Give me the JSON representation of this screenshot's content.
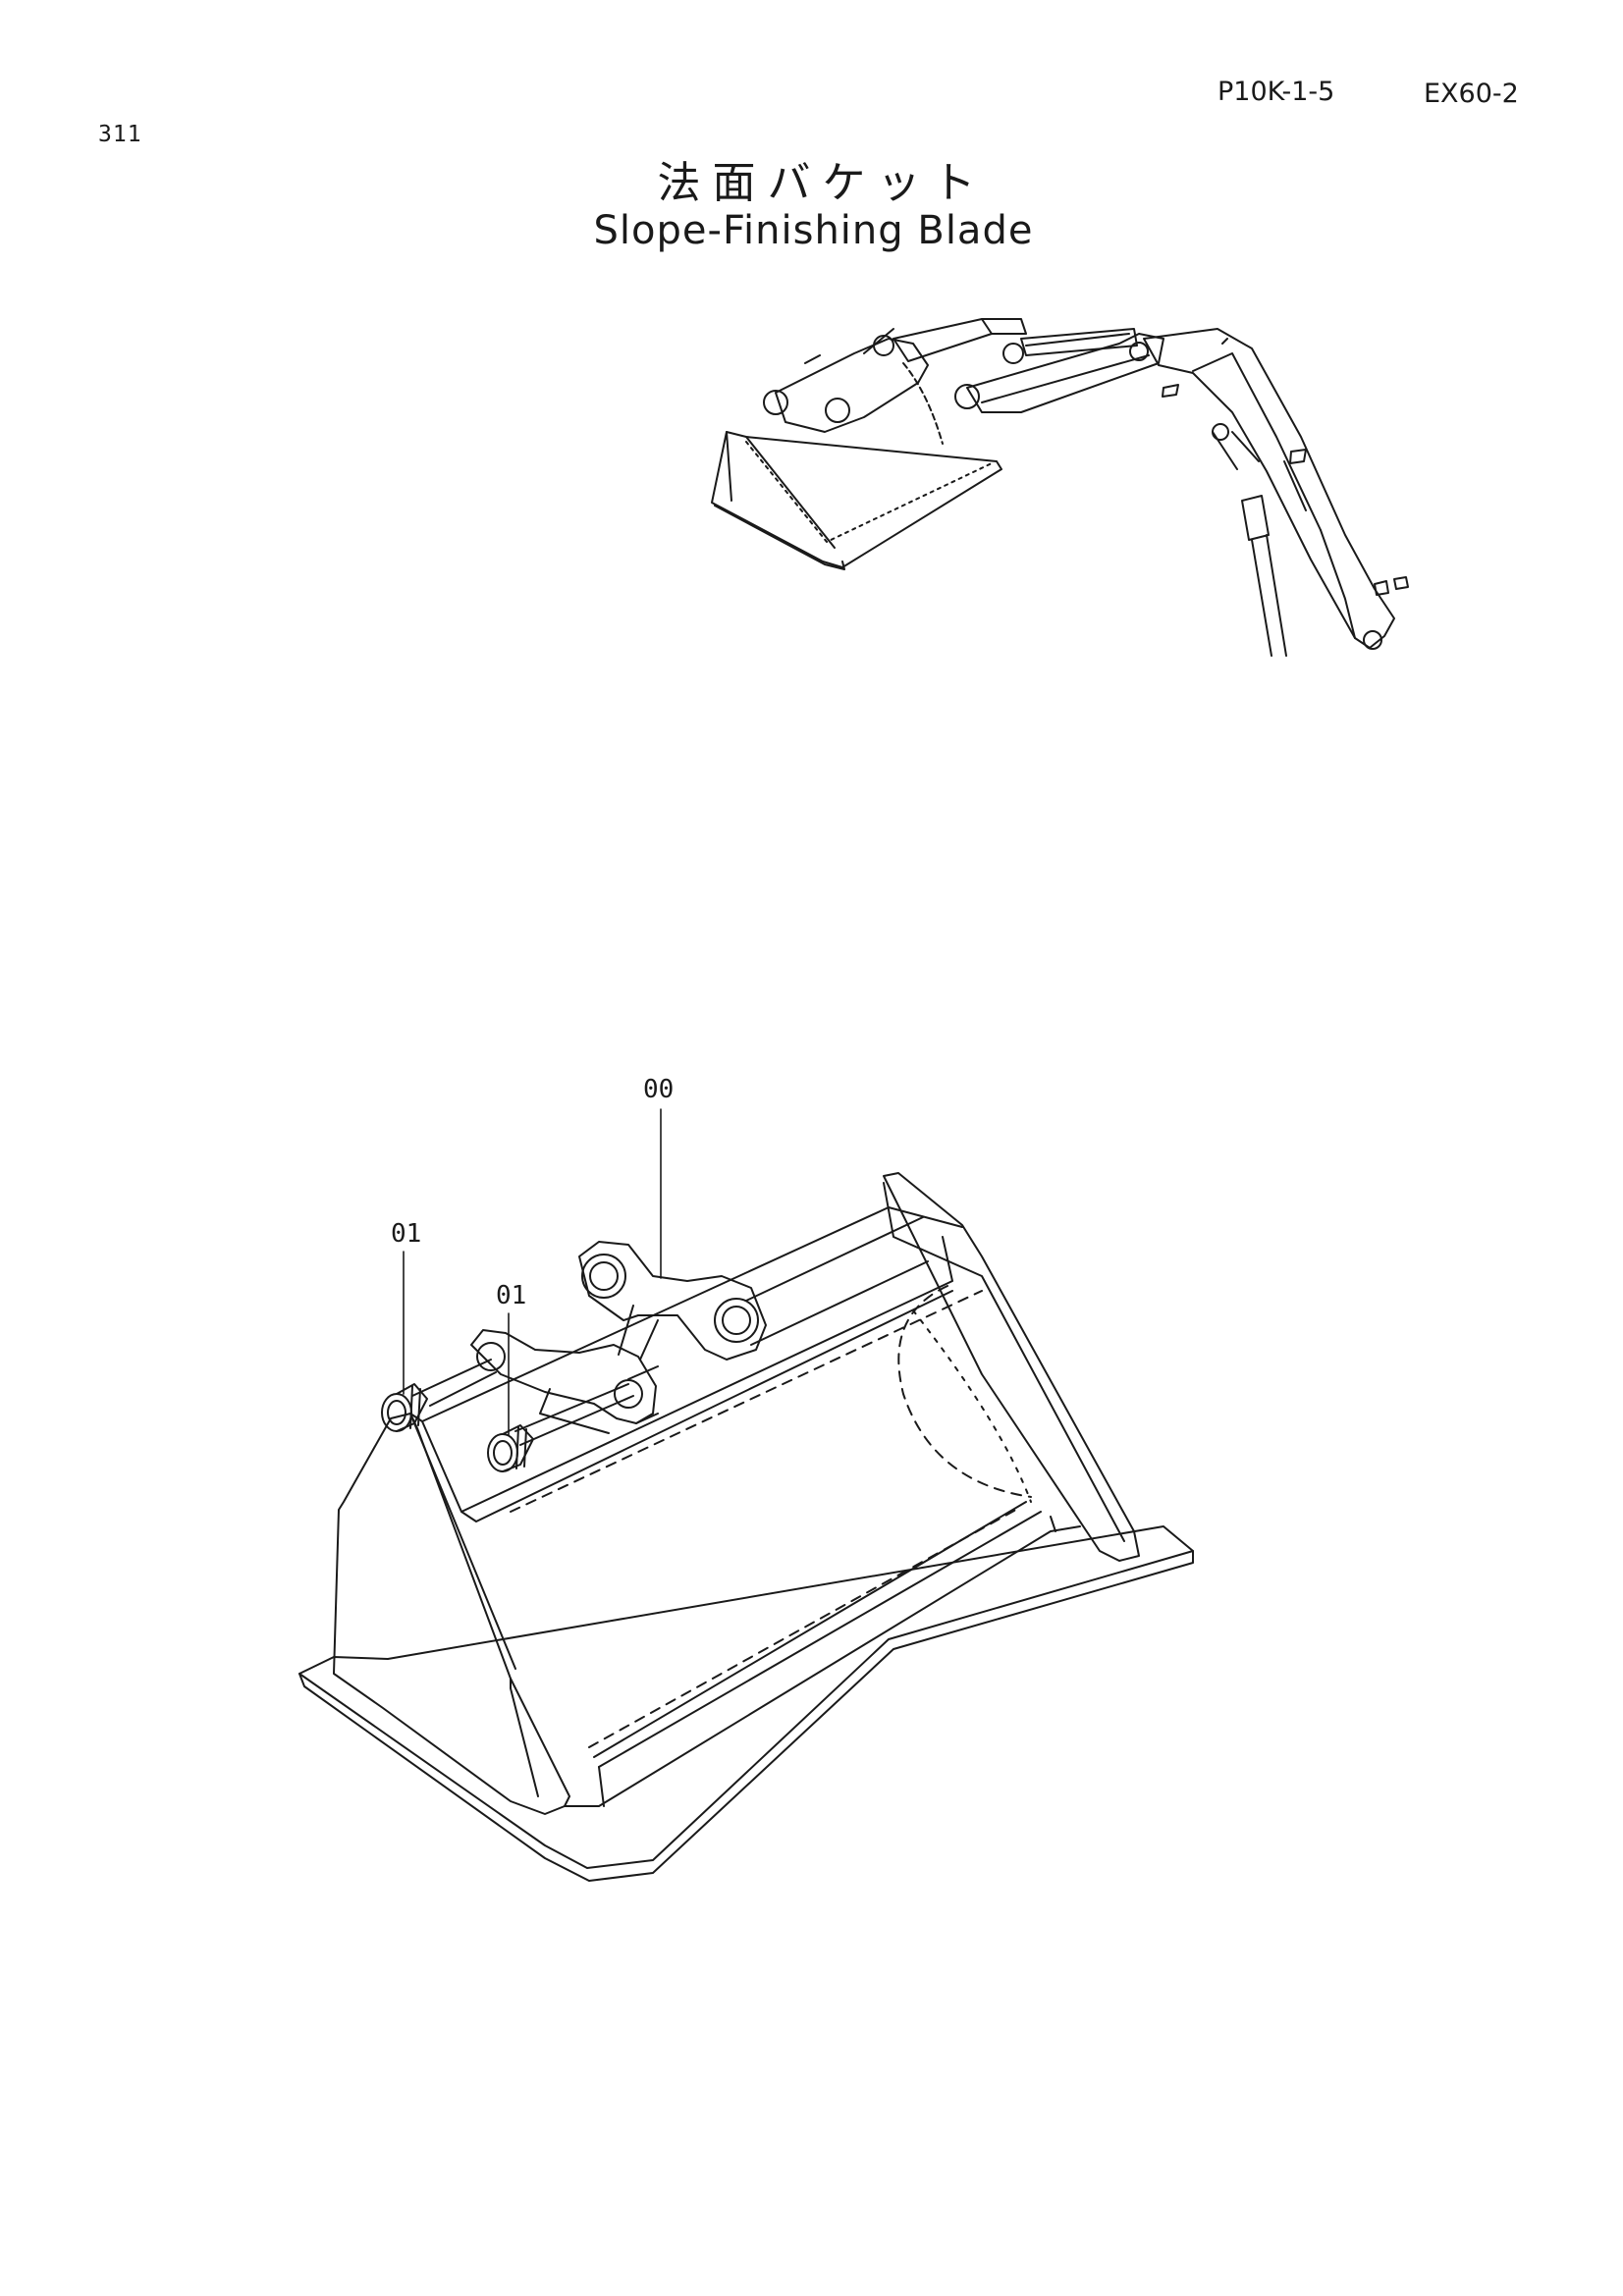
{
  "header": {
    "page_number": "311",
    "section_code": "P10K-1-5",
    "model": "EX60-2"
  },
  "title": {
    "japanese": "法面バケット",
    "english": "Slope-Finishing Blade"
  },
  "callouts": [
    {
      "label": "00"
    },
    {
      "label": "01"
    },
    {
      "label": "01"
    }
  ]
}
